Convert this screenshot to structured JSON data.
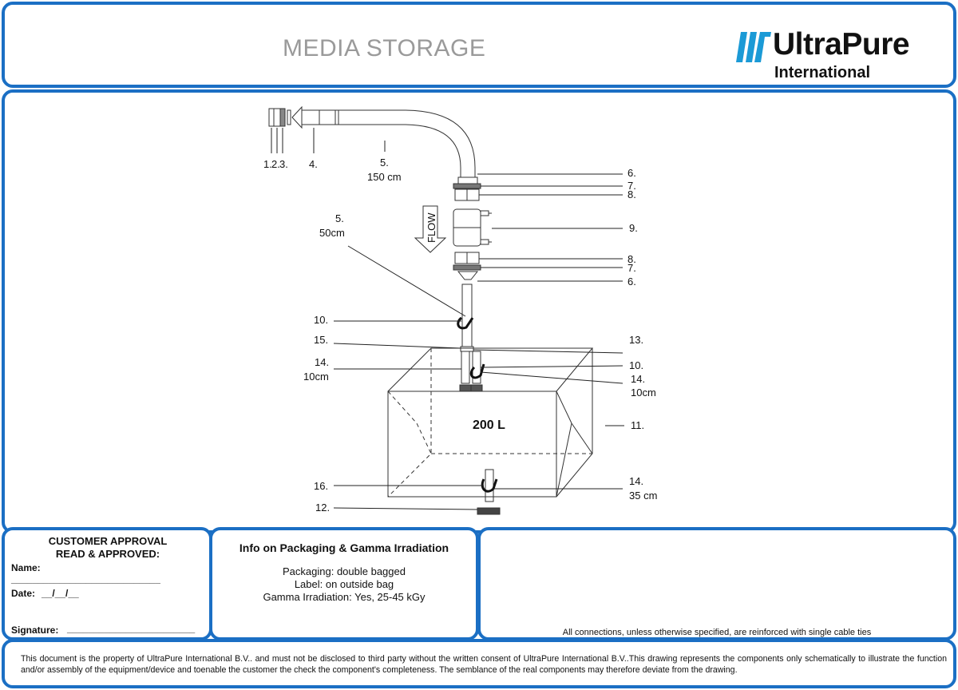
{
  "header": {
    "title": "MEDIA STORAGE",
    "logo": {
      "brand": "UltraPure",
      "sub": "International",
      "color": "#1b9ad6"
    }
  },
  "drawing": {
    "flow_label": "FLOW",
    "tank_volume": "200 L",
    "labels": {
      "l1": "1.",
      "l2": "2.",
      "l3": "3.",
      "l4": "4.",
      "l5a": "5.",
      "l5a_len": "150 cm",
      "l5b": "5.",
      "l5b_len": "50cm",
      "l6a": "6.",
      "l7a": "7.",
      "l8a": "8.",
      "l9": "9.",
      "l8b": "8.",
      "l7b": "7.",
      "l6b": "6.",
      "l10a": "10.",
      "l15": "15.",
      "l13": "13.",
      "l10b": "10.",
      "l14a": "14.",
      "l14a_len": "10cm",
      "l14b": "14.",
      "l14b_len": "10cm",
      "l11": "11.",
      "l16": "16.",
      "l14c": "14.",
      "l14c_len": "35 cm",
      "l12": "12."
    }
  },
  "approval": {
    "heading1": "CUSTOMER APPROVAL",
    "heading2": "READ & APPROVED:",
    "name_label": "Name:",
    "name_line": "____________________________",
    "date_label": "Date:",
    "date_value": "__/__/__",
    "signature_label": "Signature:",
    "signature_line": "________________________"
  },
  "info": {
    "title": "Info on Packaging & Gamma Irradiation",
    "packaging": "Packaging: double bagged",
    "label": "Label: on outside bag",
    "gamma": "Gamma Irradiation: Yes, 25-45 kGy"
  },
  "notes": {
    "text": "All connections, unless otherwise specified, are reinforced with single cable ties"
  },
  "footer": {
    "text": "This document is the property of UltraPure International B.V.. and must not be disclosed to third party without the written consent of UltraPure International B.V..This drawing represents the components only schematically to illustrate the function and/or assembly of the equipment/device and toenable the customer the check the component's completeness. The semblance of the real components may therefore deviate from the drawing."
  }
}
